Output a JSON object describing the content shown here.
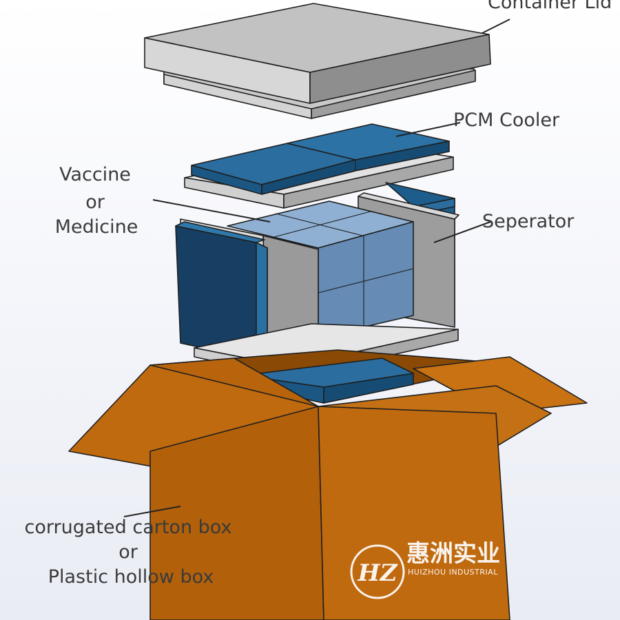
{
  "labels": {
    "lid": "Container Lid",
    "pcm": "PCM Cooler",
    "vaccine": [
      "Vaccine",
      "or",
      "Medicine"
    ],
    "separator": "Seperator",
    "carton": [
      "corrugated carton box",
      "or",
      "Plastic hollow box"
    ]
  },
  "logo": {
    "chinese": "惠洲实业",
    "english": "HUIZHOU INDUSTRIAL",
    "monogram": "HZ"
  },
  "colors": {
    "lid_top": "#bfbfbf",
    "lid_front": "#8f8f8f",
    "pcm_blue": "#1f5f8f",
    "pcm_dark": "#154a70",
    "cargo_light": "#87a9cc",
    "cargo_mid": "#6b8fb6",
    "separator_gray": "#9a9a9a",
    "separator_light": "#dcdcdc",
    "carton": "#c06a10",
    "carton_dark": "#a85a08"
  }
}
